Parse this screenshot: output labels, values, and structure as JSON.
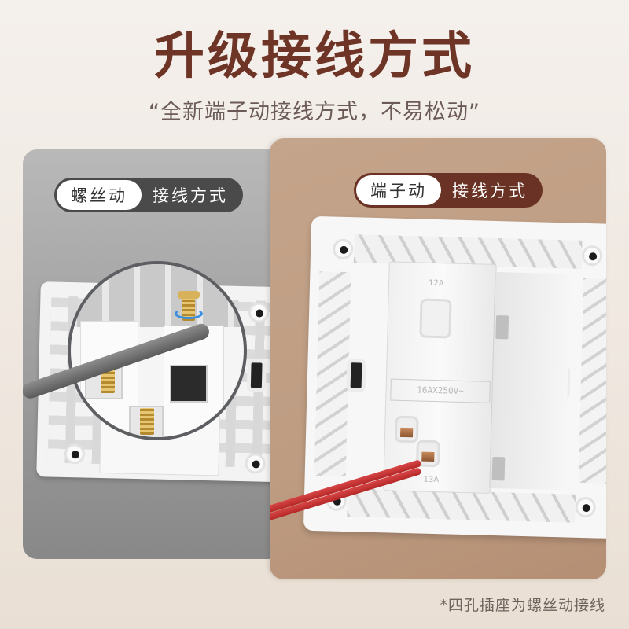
{
  "header": {
    "title": "升级接线方式",
    "subtitle": "“全新端子动接线方式，不易松动”"
  },
  "panels": {
    "left": {
      "badge_primary": "螺丝动",
      "badge_secondary": "接线方式",
      "image_desc": "screw-terminal-socket-back",
      "colors": {
        "panel": "#a3a3a3",
        "badge": "#4a4a4a"
      }
    },
    "right": {
      "badge_primary": "端子动",
      "badge_secondary": "接线方式",
      "image_desc": "push-terminal-socket-back",
      "rating_text": "16AX250V~",
      "top_mark": "12A",
      "bottom_mark": "13A",
      "colors": {
        "panel": "#bf9d83",
        "badge": "#6a3224",
        "wire": "#c93434"
      }
    }
  },
  "footer": {
    "note": "*四孔插座为螺丝动接线"
  },
  "colors": {
    "title": "#6e3426",
    "subtitle": "#6b5a55",
    "background": "#f1ebe5"
  }
}
